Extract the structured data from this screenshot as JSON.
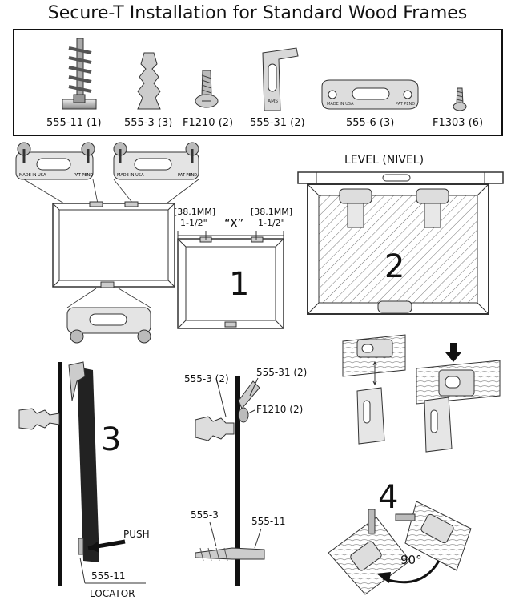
{
  "title": "Secure-T Installation for Standard Wood Frames",
  "parts": [
    {
      "label": "555-11 (1)"
    },
    {
      "label": "555-3 (3)"
    },
    {
      "label": "F1210 (2)"
    },
    {
      "label": "555-31 (2)"
    },
    {
      "label": "555-6 (3)"
    },
    {
      "label": "F1303 (6)"
    }
  ],
  "hanger_text": {
    "brand": "AMS",
    "made": "MADE IN USA",
    "pat": "PAT PEND"
  },
  "step1": {
    "number": "1",
    "left_mm": "[38.1MM]",
    "left_in": "1-1/2\"",
    "x_label": "“X”",
    "right_mm": "[38.1MM]",
    "right_in": "1-1/2\""
  },
  "step2": {
    "number": "2",
    "level_label": "LEVEL (NIVEL)"
  },
  "step3": {
    "number": "3",
    "push_label": "PUSH",
    "locator_part": "555-11",
    "locator_label": "LOCATOR"
  },
  "side_view": {
    "anchor_top": "555-3 (2)",
    "hanger_top": "555-31 (2)",
    "screw_label": "F1210 (2)",
    "anchor_bottom": "555-3",
    "locator_bottom": "555-11"
  },
  "step4": {
    "number": "4",
    "angle": "90°"
  }
}
